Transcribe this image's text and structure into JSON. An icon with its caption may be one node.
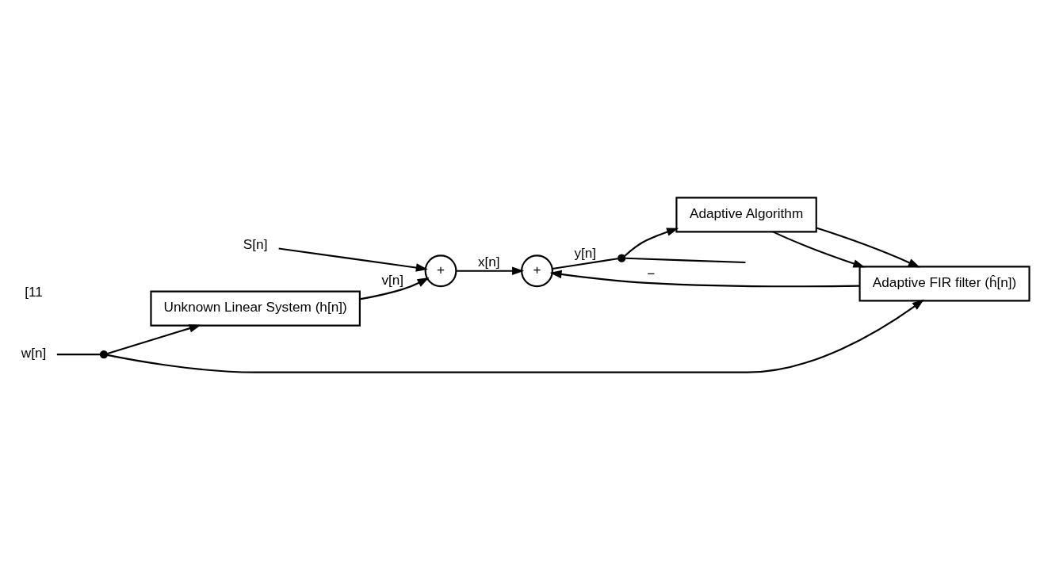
{
  "diagram": {
    "nodes": [
      {
        "text": [
          "S[n]"
        ]
      },
      {
        "text": [
          "+"
        ]
      },
      {
        "text": [
          "+"
        ]
      },
      {
        "text": [
          "Unknown Linear System (h[n])"
        ]
      },
      {
        "text": [
          "Adaptive FIR filter (ĥ[n])"
        ]
      },
      {
        "text": [
          "Adaptive Algorithm"
        ]
      },
      {
        "text": [
          "w[n]"
        ]
      },
      {
        "text": [],
        "shape": "circle"
      },
      {
        "text": [],
        "shape": "circle"
      }
    ],
    "edges": [
      {
        "from": 0,
        "to": 1,
        "arrow": "to"
      },
      {
        "from": 1,
        "to": 2,
        "arrow": "to",
        "label": "x[n]"
      },
      {
        "from": 3,
        "to": 1,
        "arrow": "to",
        "label": "v[n]"
      },
      {
        "from": 2,
        "to": 8,
        "arrow": "none",
        "label": "y[n]"
      },
      {
        "from": 8,
        "to": null,
        "arrow": "none"
      },
      {
        "from": 8,
        "to": 5,
        "arrow": "to"
      },
      {
        "from": 6,
        "to": 7,
        "arrow": "none"
      },
      {
        "from": 7,
        "to": 3,
        "arrow": "to"
      },
      {
        "from": 7,
        "to": 4,
        "arrow": "to"
      },
      {
        "from": 4,
        "to": 2,
        "arrow": "to",
        "label": "−"
      },
      {
        "from": 5,
        "to": 4,
        "arrow": "to"
      },
      {
        "from": 5,
        "to": 4,
        "arrow": "to"
      }
    ],
    "labels": [
      "[11"
    ]
  }
}
